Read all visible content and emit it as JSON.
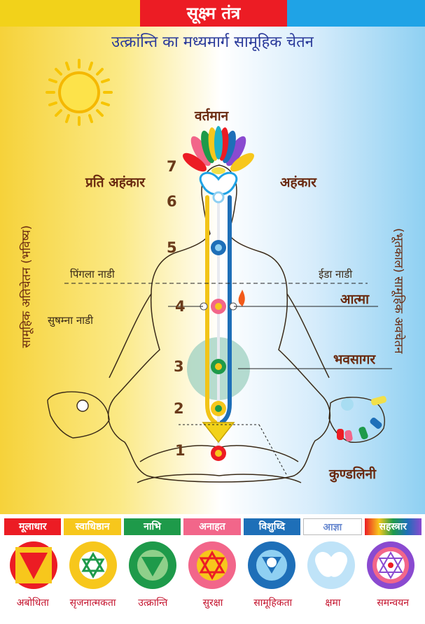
{
  "header": {
    "title": "सूक्ष्म तंत्र",
    "subtitle": "उत्क्रांन्ति का मध्यमार्ग सामूहिक चेतन"
  },
  "labels": {
    "present": "वर्तमान",
    "superego": "प्रति अहंकार",
    "ego": "अहंकार",
    "pingala": "पिंगला नाडी",
    "ida": "ईडा नाडी",
    "sushumna": "सुषम्ना नाडी",
    "atma": "आत्मा",
    "bhavsagar": "भवसागर",
    "kundalini": "कुण्डलिनी",
    "left_side": "सामूहिक अतिचेतन (भविष्य)",
    "right_side": "(भूतकाल) सामूहिक अवचेतन"
  },
  "numbers": [
    "7",
    "6",
    "5",
    "4",
    "3",
    "2",
    "1"
  ],
  "chakras": [
    {
      "name": "मूलाधार",
      "quality": "अबोधिता",
      "color": "#ec1c24"
    },
    {
      "name": "स्वाधिष्ठान",
      "quality": "सृजनात्मकता",
      "color": "#f7c71c"
    },
    {
      "name": "नाभि",
      "quality": "उत्क्रान्ति",
      "color": "#1e9a4a"
    },
    {
      "name": "अनाहत",
      "quality": "सुरक्षा",
      "color": "#f2668a"
    },
    {
      "name": "विशुध्दि",
      "quality": "सामूहिकता",
      "color": "#1e6fb8"
    },
    {
      "name": "आज्ञा",
      "quality": "क्षमा",
      "color": "#ffffff"
    },
    {
      "name": "सहस्त्रार",
      "quality": "समन्वयन",
      "color": "#8a4ad0"
    }
  ],
  "colors": {
    "title_bg": "#ec1c24",
    "left_band": "#f2d21a",
    "right_band": "#1fa3e6",
    "label_brown": "#6a2a10",
    "subtitle_blue": "#2a3a9a"
  },
  "icons": [
    "sun-icon",
    "lotus-icon",
    "flame-icon"
  ]
}
